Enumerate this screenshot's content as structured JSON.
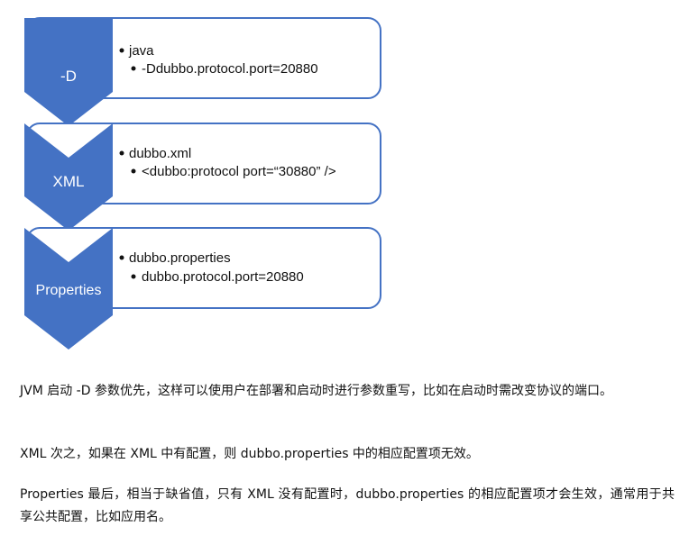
{
  "diagram": {
    "stages": [
      {
        "label": "-D",
        "lines": [
          "java",
          "-Ddubbo.protocol.port=20880"
        ]
      },
      {
        "label": "XML",
        "lines": [
          "dubbo.xml",
          "<dubbo:protocol port=“30880” />"
        ]
      },
      {
        "label": "Properties",
        "lines": [
          "dubbo.properties",
          "dubbo.protocol.port=20880"
        ]
      }
    ],
    "colors": {
      "chevron": "#4472C4",
      "outline": "#4472C4",
      "box_fill": "#ffffff"
    }
  },
  "paragraphs": [
    "JVM 启动 -D 参数优先，这样可以使用户在部署和启动时进行参数重写，比如在启动时需改变协议的端口。",
    "XML 次之，如果在 XML 中有配置，则 dubbo.properties 中的相应配置项无效。",
    "Properties 最后，相当于缺省值，只有 XML 没有配置时，dubbo.properties 的相应配置项才会生效，通常用于共享公共配置，比如应用名。"
  ]
}
